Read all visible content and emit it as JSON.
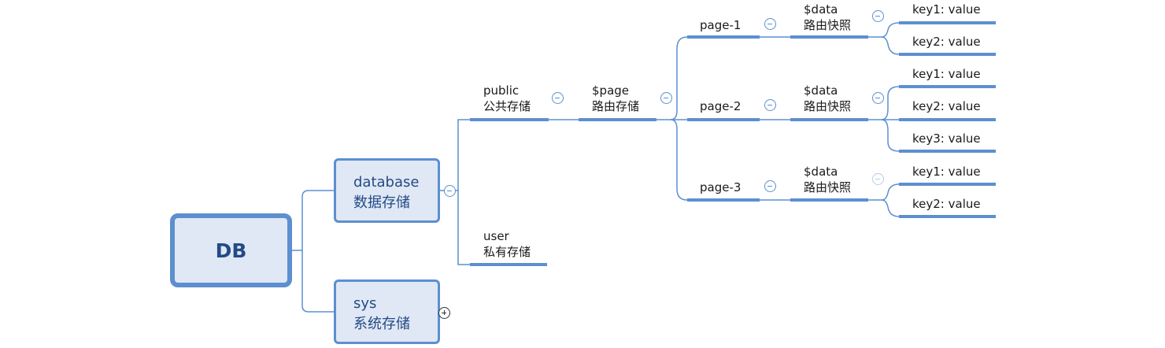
{
  "colors": {
    "accent": "#5d8fd0",
    "node_fill": "#dfe8f4",
    "node_text": "#244a86"
  },
  "root": {
    "label": "DB"
  },
  "database": {
    "line1": "database",
    "line2": "数据存储"
  },
  "sys": {
    "line1": "sys",
    "line2": "系统存储"
  },
  "public": {
    "line1": "public",
    "line2": "公共存储"
  },
  "user": {
    "line1": "user",
    "line2": "私有存储"
  },
  "page_store": {
    "line1": "$page",
    "line2": "路由存储"
  },
  "pages": [
    {
      "label": "page-1",
      "data_line1": "$data",
      "data_line2": "路由快照",
      "keys": [
        "key1: value",
        "key2: value"
      ]
    },
    {
      "label": "page-2",
      "data_line1": "$data",
      "data_line2": "路由快照",
      "keys": [
        "key1: value",
        "key2: value",
        "key3: value"
      ]
    },
    {
      "label": "page-3",
      "data_line1": "$data",
      "data_line2": "路由快照",
      "keys": [
        "key1: value",
        "key2: value"
      ]
    }
  ]
}
